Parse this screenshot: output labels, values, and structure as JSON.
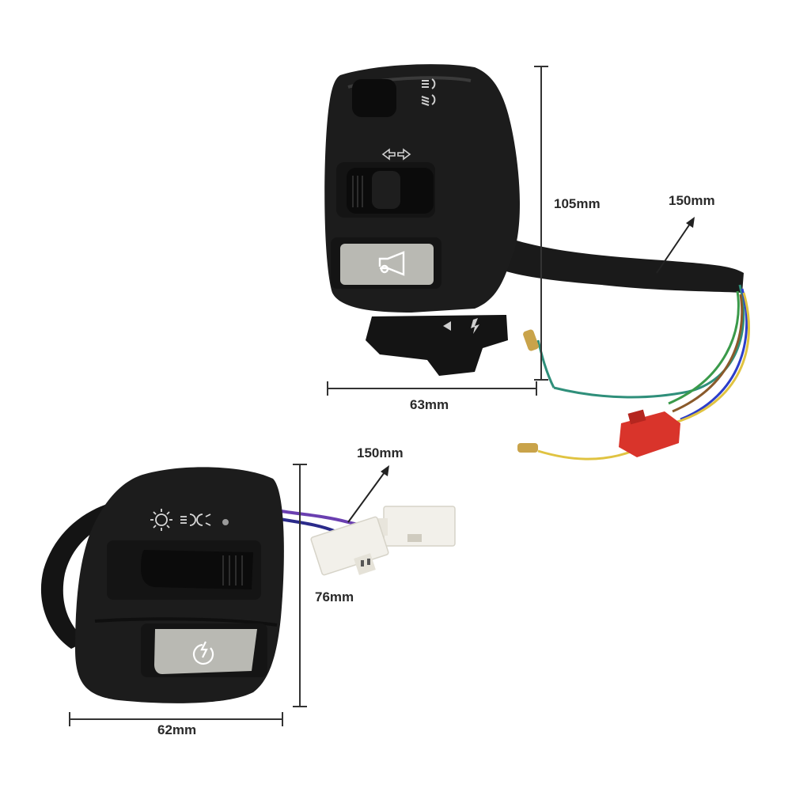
{
  "upper_switch": {
    "height_label": "105mm",
    "width_label": "63mm",
    "cable_label": "150mm",
    "icons": [
      "high-beam-icon",
      "low-beam-icon",
      "turn-signal-arrows-icon",
      "horn-icon",
      "engine-kill-icon"
    ],
    "wire_colors": [
      "#2f8f7a",
      "#2c3ec9",
      "#e0c341",
      "#8a5a2b",
      "#3a9a4a",
      "#ffffff"
    ],
    "connector_color": "#d9342b"
  },
  "lower_switch": {
    "width_label": "62mm",
    "height_label": "76mm",
    "cable_label": "150mm",
    "icons": [
      "parking-light-icon",
      "headlight-icon",
      "starter-button-icon"
    ],
    "wire_colors": [
      "#6a3fb0",
      "#2a2a8a"
    ],
    "connector_color": "#f2f0ea"
  }
}
